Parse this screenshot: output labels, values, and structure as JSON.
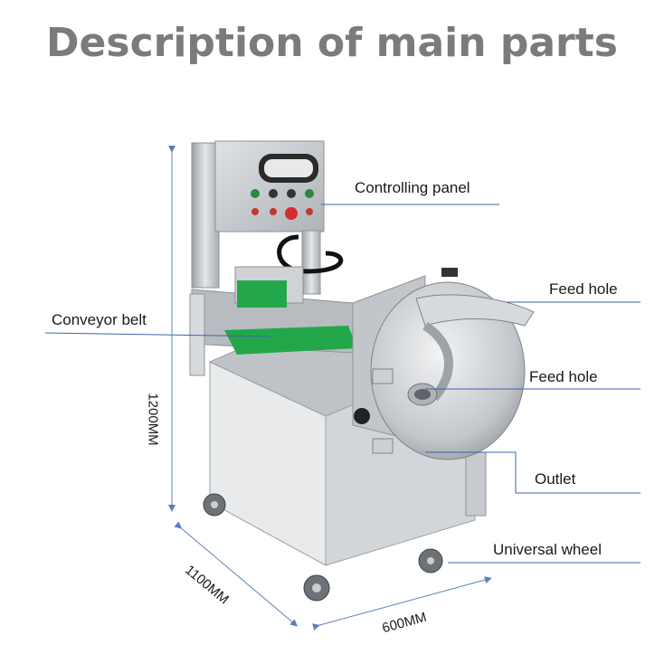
{
  "title": "Description of main parts",
  "labels": {
    "controlling_panel": "Controlling panel",
    "feed_hole_top": "Feed hole",
    "conveyor_belt": "Conveyor belt",
    "feed_hole_mid": "Feed hole",
    "outlet": "Outlet",
    "universal_wheel": "Universal wheel"
  },
  "dimensions": {
    "height": "1200MM",
    "length": "1100MM",
    "width": "600MM"
  },
  "colors": {
    "title": "#7b7b7b",
    "leader_line": "#3b63a8",
    "belt_green": "#22a84a",
    "steel": "#c9cdd1"
  }
}
